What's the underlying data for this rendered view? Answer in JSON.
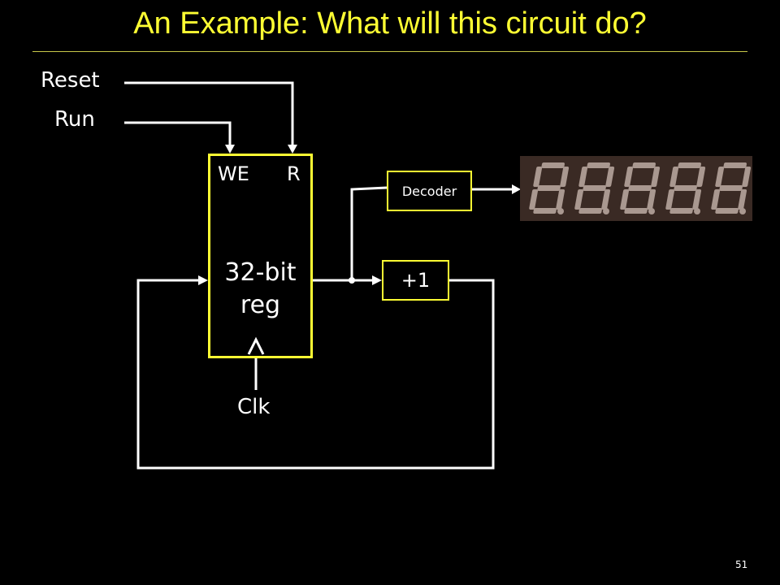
{
  "slide": {
    "title": "An Example: What will this circuit do?",
    "page_number": "51"
  },
  "inputs": {
    "reset": "Reset",
    "run": "Run",
    "clock": "Clk"
  },
  "register": {
    "write_enable_pin": "WE",
    "reset_pin": "R",
    "name": "32-bit\nreg"
  },
  "decoder": {
    "label": "Decoder"
  },
  "incrementer": {
    "label": "+1"
  },
  "display": {
    "digits": 5
  },
  "colors": {
    "background": "#000000",
    "accent": "#ffff33",
    "wire": "#ffffff",
    "display_bg": "#3a2a24",
    "segment_off": "#a99890"
  }
}
